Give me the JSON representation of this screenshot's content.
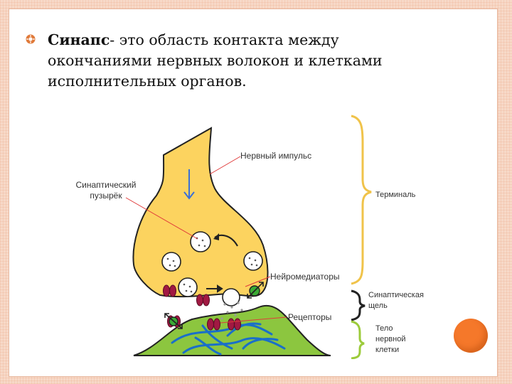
{
  "slide": {
    "term": "Синапс",
    "definition": "- это область контакта между окончаниями нервных волокон и клетками исполнительных органов."
  },
  "diagram": {
    "labels": {
      "impulse": "Нервный импульс",
      "vesicle": "Синаптический пузырёк",
      "neuromediators": "Нейромедиаторы",
      "receptors": "Рецепторы",
      "terminal": "Терминаль",
      "cleft": "Синаптическая щель",
      "cell_body": "Тело нервной клетки"
    },
    "colors": {
      "terminal_fill": "#fcd35f",
      "cell_fill": "#8cc63f",
      "terminal_brace": "#f0c34a",
      "cleft_brace": "#222222",
      "cell_brace": "#9ccb3b",
      "receptor": "#a11942",
      "pump": "#3aaa35",
      "fibers": "#1a6fc9",
      "arrow": "#3a6fd8",
      "pointer": "#e03a3a",
      "accent": "#f5782a"
    }
  }
}
